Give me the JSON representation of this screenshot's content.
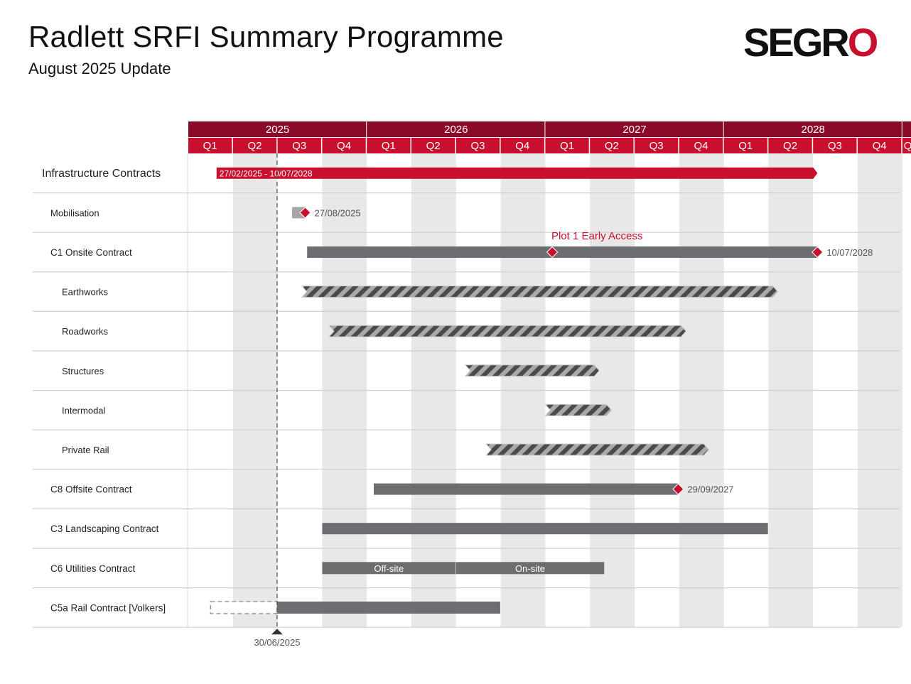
{
  "header": {
    "title": "Radlett SRFI Summary Programme",
    "subtitle": "August 2025 Update",
    "logo": {
      "text_main": "SEGR",
      "text_accent": "O"
    }
  },
  "colors": {
    "year_band": "#8b0a2a",
    "quarter_band": "#c8102e",
    "summary_bar": "#c8102e",
    "task_bar": "#6d6e71",
    "hatch_dark": "#444444",
    "hatch_light": "#aaaaaa",
    "milestone": "#c8102e",
    "shade": "#e8e8e8"
  },
  "chart_data": {
    "type": "gantt",
    "timeline": {
      "years": [
        "2025",
        "2026",
        "2027",
        "2028"
      ],
      "quarters": [
        "Q1",
        "Q2",
        "Q3",
        "Q4",
        "Q1",
        "Q2",
        "Q3",
        "Q4",
        "Q1",
        "Q2",
        "Q3",
        "Q4",
        "Q1",
        "Q2",
        "Q3",
        "Q4",
        "Q1"
      ],
      "start": "2025-01-01",
      "end": "2029-03-31"
    },
    "today_line": {
      "date": "2025-06-30",
      "label": "30/06/2025"
    },
    "rows": [
      {
        "label": "Infrastructure Contracts",
        "indent": 0,
        "size": "large",
        "bars": [
          {
            "start": "2025-02-27",
            "end": "2028-07-10",
            "style": "summary",
            "text": "27/02/2025 - 10/07/2028"
          }
        ]
      },
      {
        "label": "Mobilisation",
        "indent": 1,
        "size": "small",
        "bars": [
          {
            "start": "2025-07-31",
            "end": "2025-08-27",
            "style": "light"
          }
        ],
        "milestones": [
          {
            "date": "2025-08-27",
            "label": "27/08/2025"
          }
        ]
      },
      {
        "label": "C1 Onsite Contract",
        "indent": 1,
        "size": "normal",
        "bars": [
          {
            "start": "2025-08-31",
            "end": "2028-07-10",
            "style": "solid"
          }
        ],
        "milestones": [
          {
            "date": "2027-01-15",
            "label": "",
            "caption": "Plot 1 Early Access"
          },
          {
            "date": "2028-07-10",
            "label": "10/07/2028"
          }
        ]
      },
      {
        "label": "Earthworks",
        "indent": 2,
        "size": "small",
        "bars": [
          {
            "start": "2025-08-20",
            "end": "2028-04-20",
            "style": "hatched"
          }
        ]
      },
      {
        "label": "Roadworks",
        "indent": 2,
        "size": "small",
        "bars": [
          {
            "start": "2025-10-15",
            "end": "2027-10-15",
            "style": "hatched"
          }
        ]
      },
      {
        "label": "Structures",
        "indent": 2,
        "size": "small",
        "bars": [
          {
            "start": "2026-07-20",
            "end": "2027-04-20",
            "style": "hatched"
          }
        ]
      },
      {
        "label": "Intermodal",
        "indent": 2,
        "size": "small",
        "bars": [
          {
            "start": "2027-01-01",
            "end": "2027-05-15",
            "style": "hatched"
          }
        ]
      },
      {
        "label": "Private Rail",
        "indent": 2,
        "size": "small",
        "bars": [
          {
            "start": "2026-09-01",
            "end": "2027-12-01",
            "style": "hatched"
          }
        ]
      },
      {
        "label": "C8 Offsite Contract",
        "indent": 1,
        "size": "normal",
        "bars": [
          {
            "start": "2026-01-15",
            "end": "2027-09-29",
            "style": "solid"
          }
        ],
        "milestones": [
          {
            "date": "2027-09-29",
            "label": "29/09/2027"
          }
        ]
      },
      {
        "label": "C3 Landscaping Contract",
        "indent": 1,
        "size": "normal",
        "bars": [
          {
            "start": "2025-10-01",
            "end": "2028-03-31",
            "style": "solid"
          }
        ]
      },
      {
        "label": "C6 Utilities Contract",
        "indent": 1,
        "size": "normal",
        "bars": [
          {
            "start": "2025-10-01",
            "end": "2026-06-30",
            "style": "solid-thin",
            "text": "Off-site"
          },
          {
            "start": "2026-07-01",
            "end": "2027-04-30",
            "style": "solid-thin",
            "text": "On-site"
          }
        ]
      },
      {
        "label": "C5a Rail Contract [Volkers]",
        "indent": 1,
        "size": "normal",
        "bars": [
          {
            "start": "2025-02-15",
            "end": "2025-06-30",
            "style": "dashed"
          },
          {
            "start": "2025-06-30",
            "end": "2026-09-30",
            "style": "solid-thin"
          }
        ]
      }
    ]
  }
}
